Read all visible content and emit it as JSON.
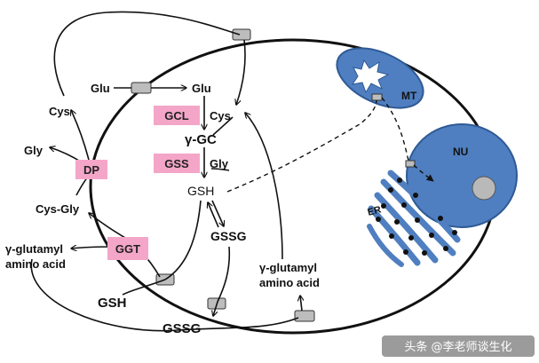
{
  "colors": {
    "enzyme_box": "#f4a6c8",
    "organelle_fill": "#4f7fc0",
    "organelle_stroke": "#2e5a95",
    "nucleolus": "#b9b9b9",
    "transporter": "#bdbdbd",
    "line": "#111111",
    "watermark_bg": "#7a7a7a"
  },
  "enzymes": {
    "gcl": "GCL",
    "gss": "GSS",
    "dp": "DP",
    "ggt": "GGT"
  },
  "metabolites": {
    "glu_outside": "Glu",
    "glu_inside": "Glu",
    "cys_inside": "Cys",
    "gamma_gc": "γ-GC",
    "gly_inside": "Gly",
    "gsh_inside": "GSH",
    "gssg_inside": "GSSG",
    "gamma_aa_inside_line1": "γ-glutamyl",
    "gamma_aa_inside_line2": "amino acid",
    "cys_outside": "Cys",
    "gly_outside": "Gly",
    "cys_gly": "Cys-Gly",
    "gamma_aa_outside_line1": "γ-glutamyl",
    "gamma_aa_outside_line2": "amino acid",
    "gsh_outside": "GSH",
    "gssg_outside": "GSSG"
  },
  "organelles": {
    "mitochondrion": "MT",
    "nucleus": "NU",
    "er": "ER"
  },
  "watermark": "头条 @李老师谈生化"
}
